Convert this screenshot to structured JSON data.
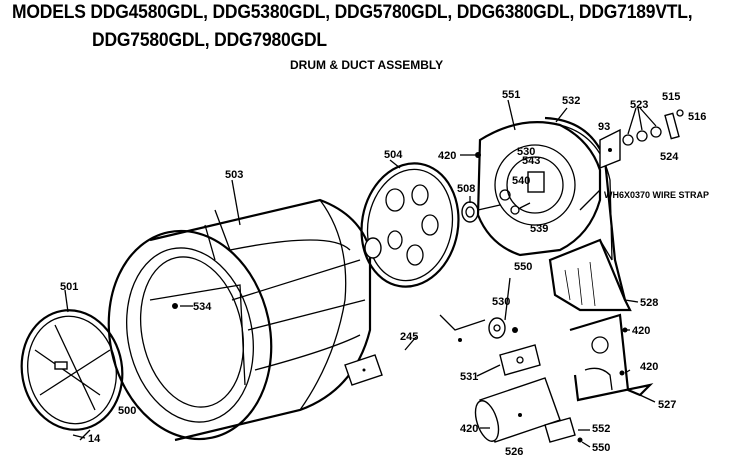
{
  "header": {
    "title_line1": "MODELS DDG4580GDL, DDG5380GDL, DDG5780GDL, DDG6380GDL, DDG7189VTL,",
    "title_line2": "DDG7580GDL, DDG7980GDL",
    "subtitle": "DRUM & DUCT ASSEMBLY"
  },
  "parts": {
    "p503": "503",
    "p504": "504",
    "p508": "508",
    "p420a": "420",
    "p551": "551",
    "p532": "532",
    "p523": "523",
    "p515": "515",
    "p516": "516",
    "p93": "93",
    "p524": "524",
    "p543": "543",
    "p540": "540",
    "p539": "539",
    "p530a": "530",
    "strap": "WH6X0370 WIRE STRAP",
    "p550a": "550",
    "p530b": "530",
    "p528": "528",
    "p534": "534",
    "p501": "501",
    "p245": "245",
    "p420b": "420",
    "p420c": "420",
    "p531": "531",
    "p527": "527",
    "p500": "500",
    "p14": "14",
    "p420d": "420",
    "p552": "552",
    "p550b": "550",
    "p526": "526"
  }
}
